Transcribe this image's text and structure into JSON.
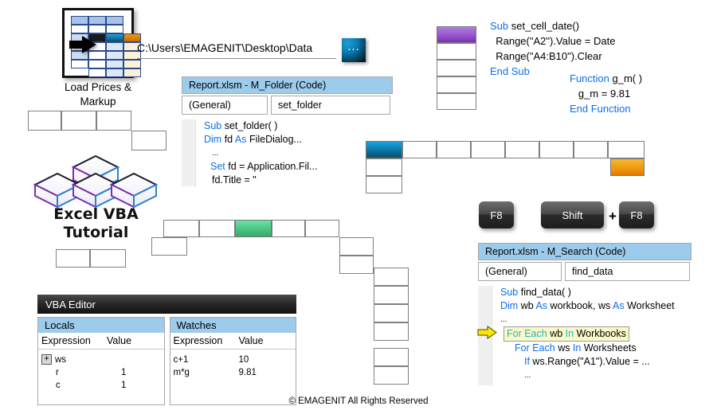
{
  "load_icon": {
    "caption_line1": "Load Prices &",
    "caption_line2": "Markup"
  },
  "path_bar": {
    "path": "C:\\Users\\EMAGENIT\\Desktop\\Data",
    "browse_label": "...",
    "browse_name": "browse-ellipsis-button"
  },
  "folder_editor": {
    "title": "Report.xlsm - M_Folder (Code)",
    "dropdown_left": "(General)",
    "dropdown_right": "set_folder",
    "code": [
      {
        "kw": "Sub",
        "rest": " set_folder( )",
        "indent": 0
      },
      {
        "kw": "Dim",
        "rest": " fd ",
        "kw2": "As",
        "rest2": " FileDialog...",
        "indent": 0
      },
      {
        "kw": "",
        "rest": "...",
        "indent": 1
      },
      {
        "kw": "Set",
        "rest": " fd = Application.Fil...",
        "indent": 1
      },
      {
        "kw": "",
        "rest": "fd.Title = \"",
        "indent": 1
      }
    ]
  },
  "snippet_date": {
    "lines": [
      {
        "kw": "Sub",
        "rest": " set_cell_date()"
      },
      {
        "kw": "",
        "rest": "  Range(\"A2\").Value = Date"
      },
      {
        "kw": "",
        "rest": "  Range(\"A4:B10\").Clear"
      },
      {
        "kw": "End Sub",
        "rest": ""
      }
    ]
  },
  "snippet_function": {
    "lines": [
      {
        "kw": "Function",
        "rest": " g_m( )"
      },
      {
        "kw": "",
        "rest": "   g_m = 9.81"
      },
      {
        "kw": "End Function",
        "rest": ""
      }
    ]
  },
  "logo": {
    "line1": "Excel VBA",
    "line2": "Tutorial"
  },
  "keys": {
    "f8_single": "F8",
    "shift": "Shift",
    "plus": "+",
    "f8_combo": "F8"
  },
  "vba_editor": {
    "title": "VBA Editor",
    "locals": {
      "header": "Locals",
      "col_expression": "Expression",
      "col_value": "Value",
      "rows": [
        {
          "expr": "ws",
          "value": "",
          "expandable": true,
          "expand_glyph": "+",
          "indent": 0
        },
        {
          "expr": "r",
          "value": "1",
          "expandable": false,
          "indent": 1
        },
        {
          "expr": "c",
          "value": "1",
          "expandable": false,
          "indent": 1
        }
      ]
    },
    "watches": {
      "header": "Watches",
      "col_expression": "Expression",
      "col_value": "Value",
      "rows": [
        {
          "expr": "c+1",
          "value": "10"
        },
        {
          "expr": "m*g",
          "value": "9.81"
        }
      ]
    }
  },
  "search_editor": {
    "title": "Report.xlsm - M_Search (Code)",
    "dropdown_left": "(General)",
    "dropdown_right": "find_data",
    "code": [
      {
        "kw": "Sub",
        "rest": " find_data( )"
      },
      {
        "kw": "Dim",
        "rest": " wb ",
        "kw2": "As",
        "rest2": " workbook, ws ",
        "kw3": "As",
        "rest3": " Worksheet"
      },
      {
        "kw": "",
        "rest": "..."
      },
      {
        "kw": "For Each",
        "rest": " wb ",
        "kw2": "In",
        "rest2": " Workbooks",
        "highlight": true
      },
      {
        "kw": "For Each",
        "rest": " ws ",
        "kw2": "In",
        "rest2": " Worksheets"
      },
      {
        "kw": "If",
        "rest": " ws.Range(\"A1\").Value = ..."
      },
      {
        "kw": "",
        "rest": "..."
      }
    ],
    "execution_arrow": "execution-pointer-arrow"
  },
  "footer": {
    "text": "© EMAGENIT All Rights Reserved"
  },
  "colors": {
    "keyword_blue": "#0b6ff0",
    "keyword_teal": "#1fb4c4",
    "title_bar_blue": "#9dcbec",
    "highlight_yellow": "#fbf8c8",
    "cell_teal": "#0a7fb4",
    "cell_orange": "#f0970d",
    "cell_purple": "#9b59d0",
    "cell_green": "#4cc684"
  }
}
